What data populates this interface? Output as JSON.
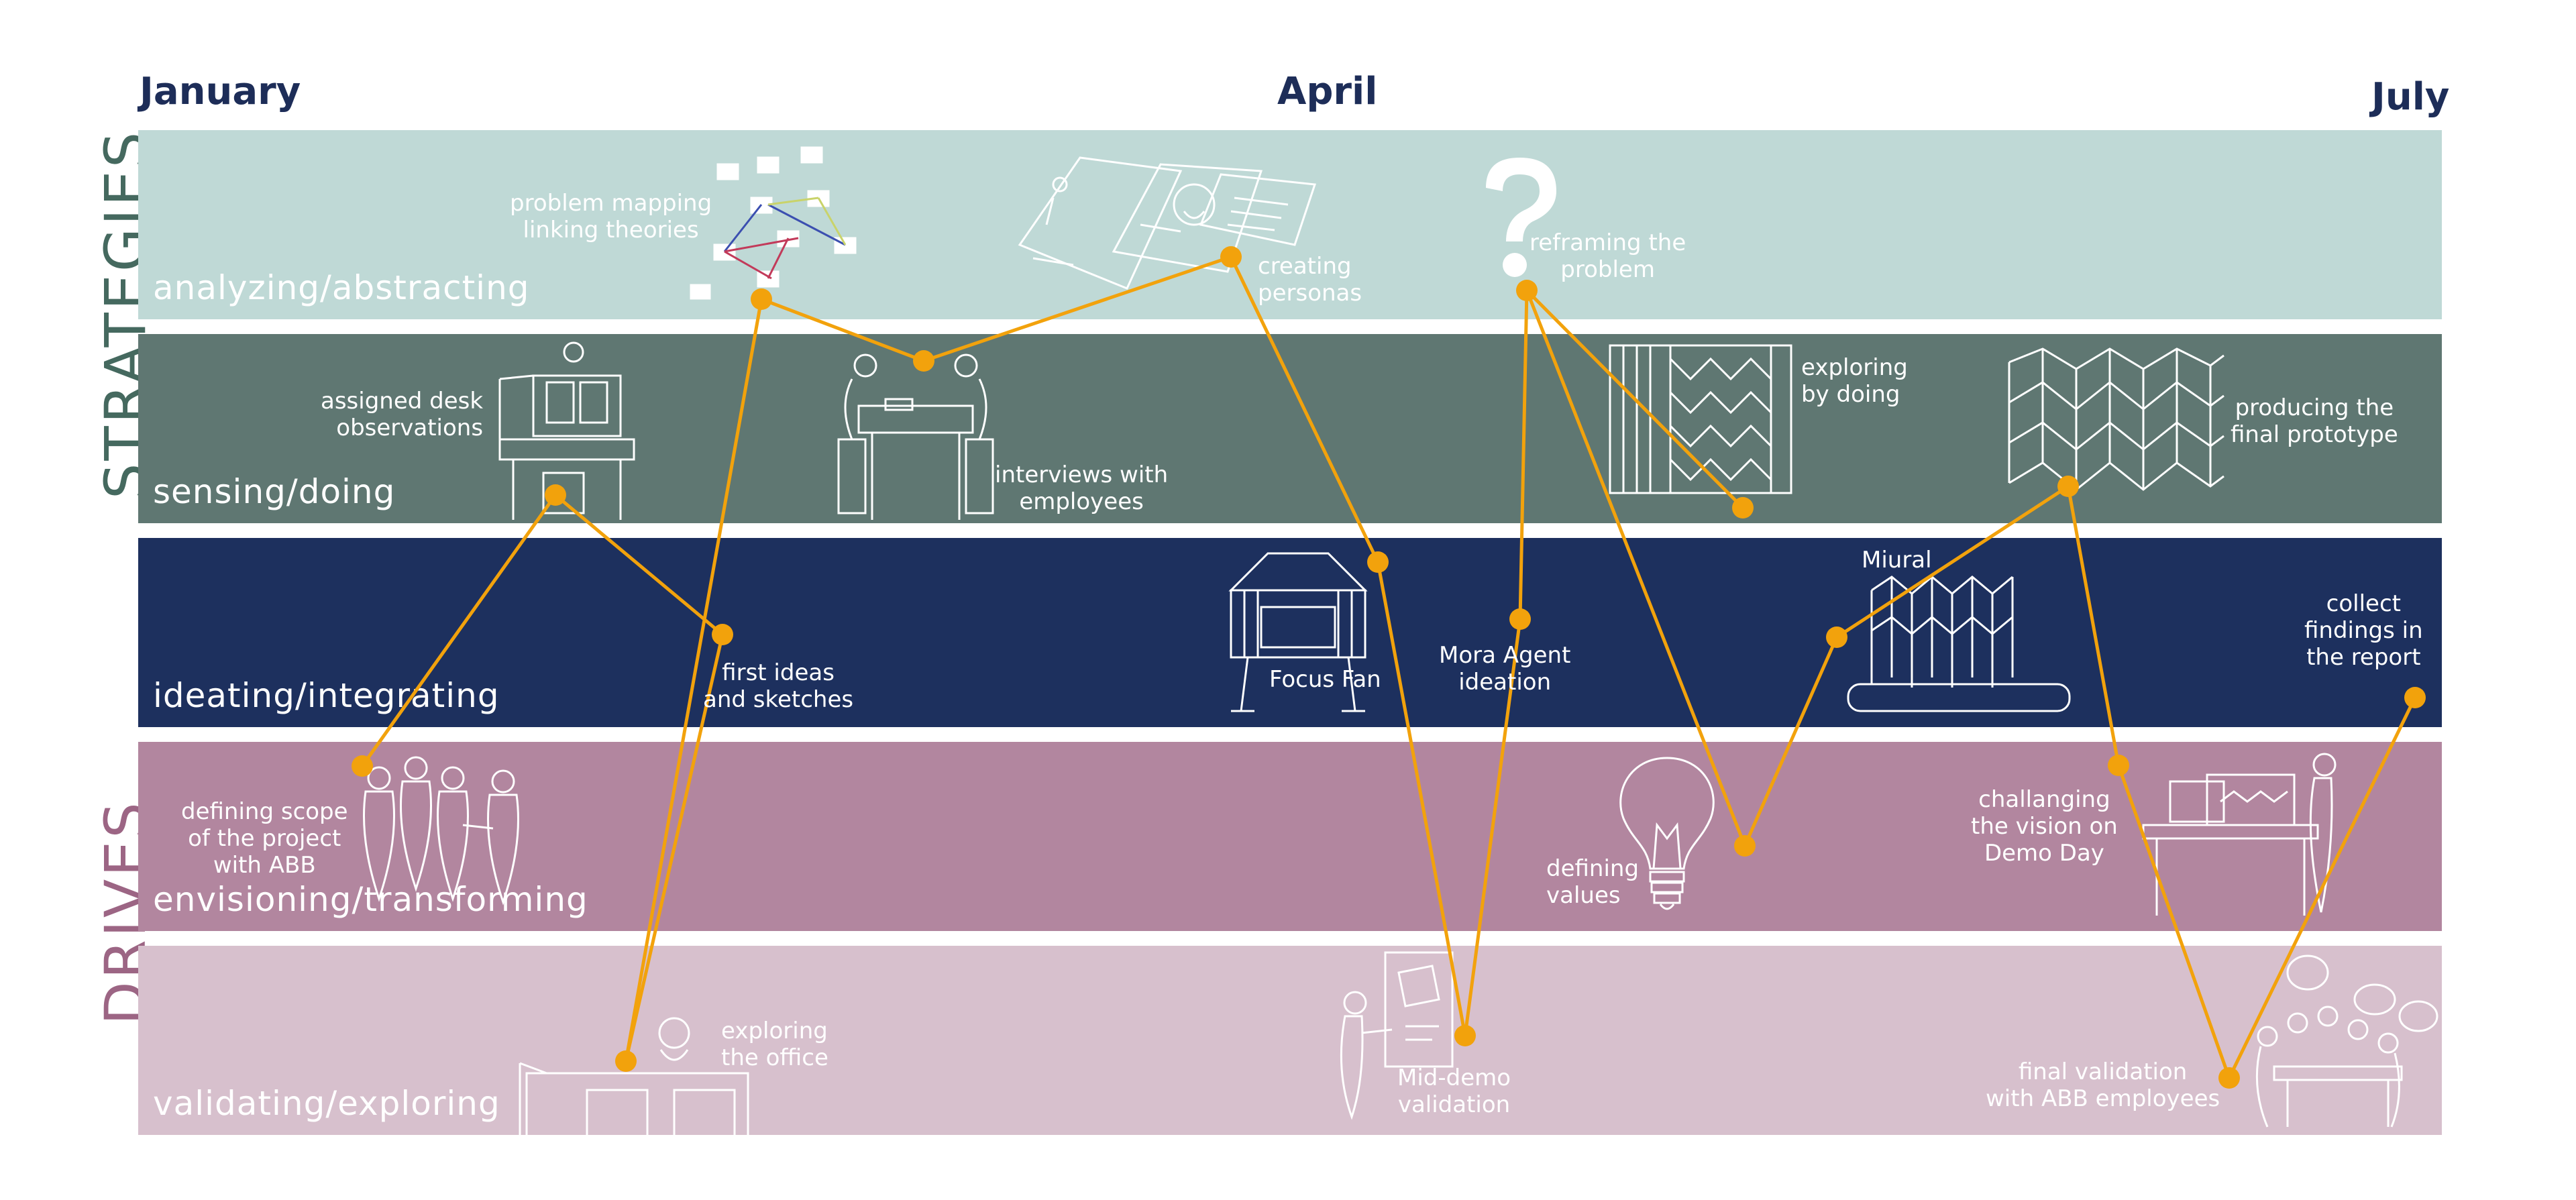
{
  "timeline": {
    "start_label": "January",
    "mid_label": "April",
    "end_label": "July"
  },
  "groups": {
    "strategies": {
      "label": "STRATEGIES",
      "color": "#45695f"
    },
    "drives": {
      "label": "DRIVES",
      "color": "#9c6584"
    }
  },
  "bands": [
    {
      "label": "analyzing/abstracting",
      "color": "#bfd9d6"
    },
    {
      "label": "sensing/doing",
      "color": "#5f7772"
    },
    {
      "label": "ideating/integrating",
      "color": "#1d305e"
    },
    {
      "label": "envisioning/transforming",
      "color": "#b2869f"
    },
    {
      "label": "validating/exploring",
      "color": "#d7c0cd"
    }
  ],
  "activities": [
    {
      "text": "problem mapping\nlinking theories",
      "icon": "sticky-notes-map-sketch"
    },
    {
      "text": "creating\npersonas",
      "icon": "persona-cards-sketch"
    },
    {
      "text": "reframing the\nproblem",
      "icon": "question-mark-sketch"
    },
    {
      "text": "assigned desk\nobservations",
      "icon": "desk-observer-sketch"
    },
    {
      "text": "interviews with\nemployees",
      "icon": "interview-table-sketch"
    },
    {
      "text": "exploring\nby doing",
      "icon": "folded-panels-sketch"
    },
    {
      "text": "producing the\nfinal prototype",
      "icon": "folded-prototype-sketch"
    },
    {
      "text": "first ideas\nand sketches",
      "icon": ""
    },
    {
      "text": "Focus Fan",
      "icon": "focus-fan-sketch"
    },
    {
      "text": "Mora Agent\nideation",
      "icon": ""
    },
    {
      "text": "Miural",
      "icon": "miural-sketch"
    },
    {
      "text": "collect\nfindings in\nthe report",
      "icon": ""
    },
    {
      "text": "defining scope\nof the project\nwith ABB",
      "icon": "people-handshake-sketch"
    },
    {
      "text": "defining\nvalues",
      "icon": "lightbulb-sketch"
    },
    {
      "text": "challanging\nthe vision on\nDemo Day",
      "icon": "demo-day-sketch"
    },
    {
      "text": "exploring\nthe office",
      "icon": "office-explorer-sketch"
    },
    {
      "text": "Mid-demo\nvalidation",
      "icon": "presenter-board-sketch"
    },
    {
      "text": "final validation\nwith ABB employees",
      "icon": "group-discussion-sketch"
    }
  ],
  "path": {
    "color": "#f2a20c"
  }
}
